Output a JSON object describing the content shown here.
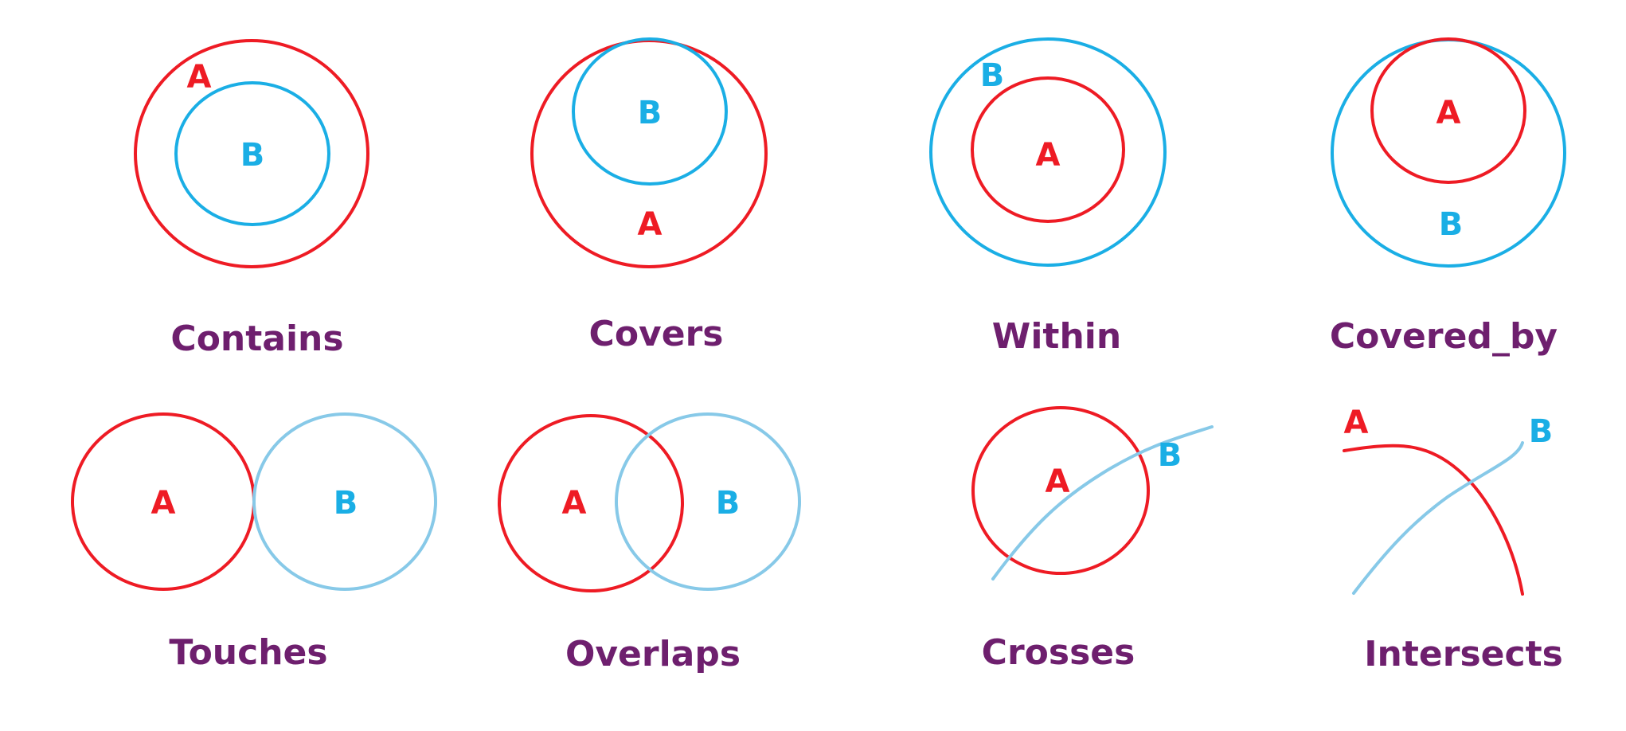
{
  "colors": {
    "a_stroke": "#ee1b24",
    "b_stroke": "#1aaee5",
    "b_stroke_light": "#87c9e8",
    "a_text": "#ee1b24",
    "b_text": "#1aaee5",
    "caption_text": "#6e1f6e",
    "background": "#ffffff"
  },
  "labels": {
    "a": "A",
    "b": "B"
  },
  "panels": [
    {
      "id": "contains",
      "caption": "Contains"
    },
    {
      "id": "covers",
      "caption": "Covers"
    },
    {
      "id": "within",
      "caption": "Within"
    },
    {
      "id": "covered-by",
      "caption": "Covered_by"
    },
    {
      "id": "touches",
      "caption": "Touches"
    },
    {
      "id": "overlaps",
      "caption": "Overlaps"
    },
    {
      "id": "crosses",
      "caption": "Crosses"
    },
    {
      "id": "intersects",
      "caption": "Intersects"
    }
  ]
}
